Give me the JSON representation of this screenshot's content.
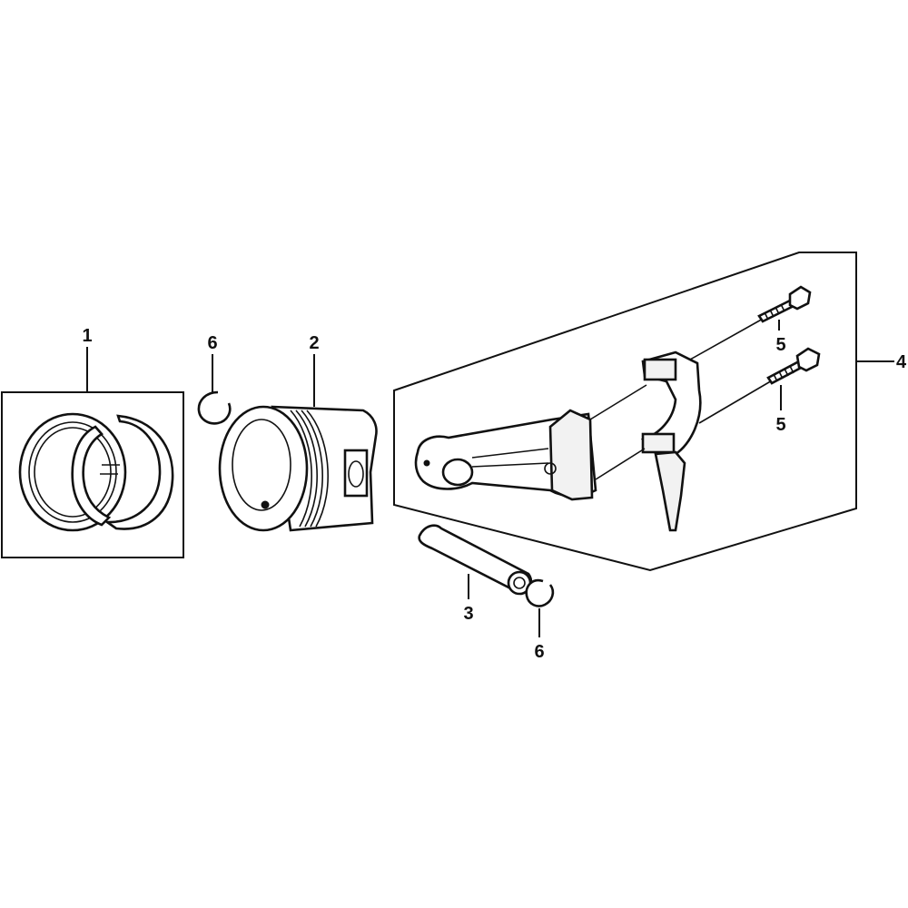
{
  "callouts": {
    "c1": "1",
    "c2": "2",
    "c3": "3",
    "c4": "4",
    "c5a": "5",
    "c5b": "5",
    "c6a": "6",
    "c6b": "6"
  },
  "colors": {
    "ink": "#111111",
    "background": "#ffffff"
  }
}
